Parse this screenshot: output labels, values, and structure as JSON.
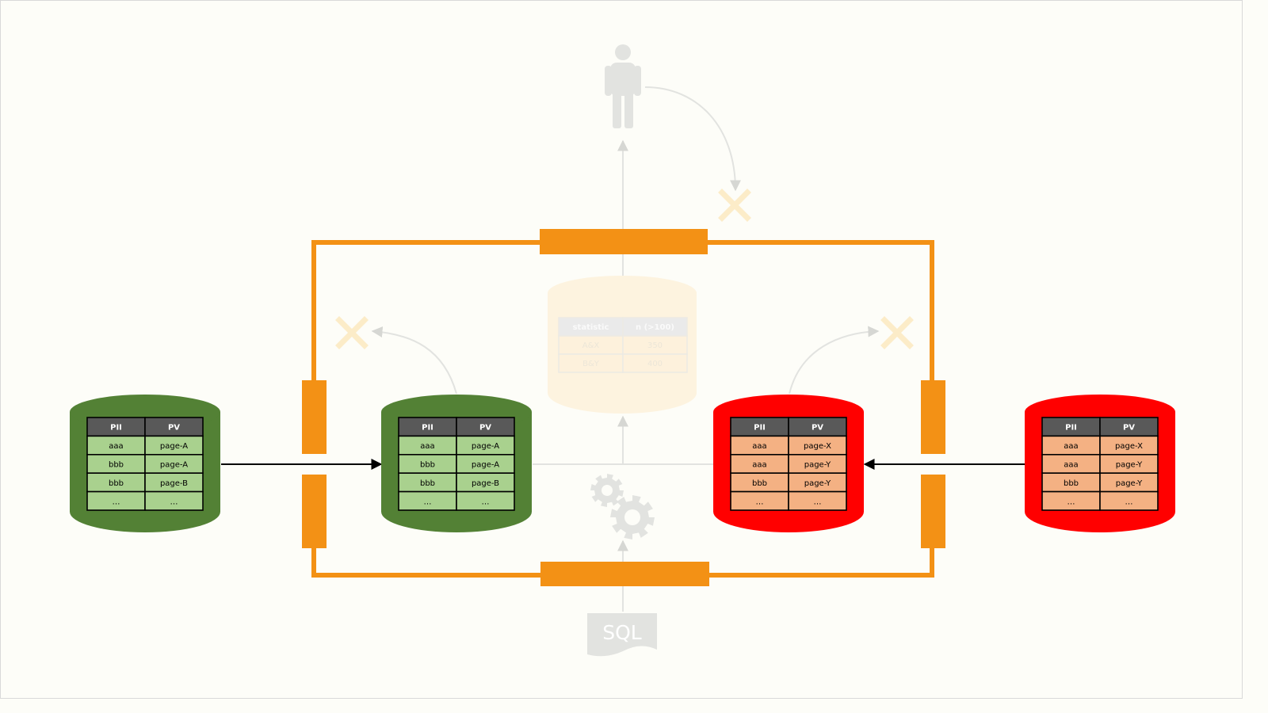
{
  "colors": {
    "background": "#fdfdf8",
    "frame": "#f39115",
    "green_db": "#538135",
    "green_cell": "#a9d18e",
    "red_db": "#ff0000",
    "red_cell": "#f4b183",
    "header_cell": "#595959",
    "faded_gray": "#e2e3e0",
    "faded_orange": "#fcecc8"
  },
  "icons": {
    "person": "person-icon",
    "gears": "gear-icon",
    "blocked": "cross-icon",
    "query_file": "document-icon"
  },
  "tables": {
    "headers": [
      "PII",
      "PV"
    ],
    "source_left": {
      "rows": [
        [
          "aaa",
          "page-A"
        ],
        [
          "bbb",
          "page-A"
        ],
        [
          "bbb",
          "page-B"
        ],
        [
          "…",
          "…"
        ]
      ]
    },
    "copy_left": {
      "rows": [
        [
          "aaa",
          "page-A"
        ],
        [
          "bbb",
          "page-A"
        ],
        [
          "bbb",
          "page-B"
        ],
        [
          "…",
          "…"
        ]
      ]
    },
    "copy_right": {
      "rows": [
        [
          "aaa",
          "page-X"
        ],
        [
          "aaa",
          "page-Y"
        ],
        [
          "bbb",
          "page-Y"
        ],
        [
          "…",
          "…"
        ]
      ]
    },
    "source_right": {
      "rows": [
        [
          "aaa",
          "page-X"
        ],
        [
          "aaa",
          "page-Y"
        ],
        [
          "bbb",
          "page-Y"
        ],
        [
          "…",
          "…"
        ]
      ]
    }
  },
  "statistics_table": {
    "headers": [
      "statistic",
      "n (>100)"
    ],
    "rows": [
      [
        "A&X",
        "350"
      ],
      [
        "B&Y",
        "400"
      ]
    ]
  },
  "query_label": "SQL"
}
